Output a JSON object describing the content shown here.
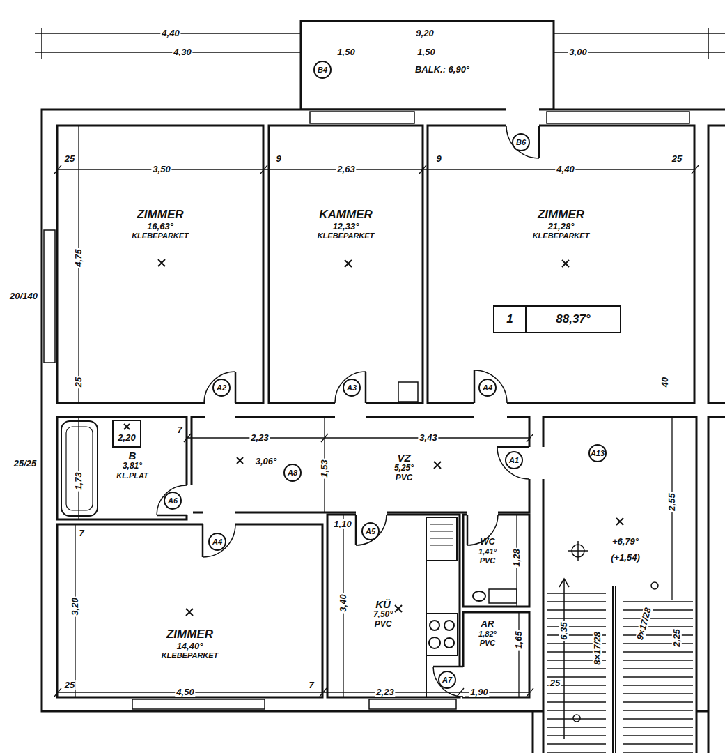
{
  "diagram": {
    "nodes": [
      {
        "text": [
          "ZIMMER",
          "16,63°",
          "KLEBEPARKET"
        ]
      },
      {
        "text": [
          "KAMMER",
          "12,33°",
          "KLEBEPARKET"
        ]
      },
      {
        "text": [
          "ZIMMER",
          "21,28°",
          "KLEBEPARKET"
        ]
      },
      {
        "text": [
          "1",
          "88,37°"
        ],
        "in": 2
      },
      {
        "text": [
          "B",
          "3,81°",
          "KL.PLAT"
        ]
      },
      {
        "text": [
          "VZ",
          "5,25°",
          "PVC"
        ]
      },
      {
        "text": [
          "ZIMMER",
          "14,40°",
          "KLEBEPARKET"
        ]
      },
      {
        "text": [
          "KÜ",
          "7,50°",
          "PVC"
        ]
      },
      {
        "text": [
          "WC",
          "1,41°",
          "PVC"
        ]
      },
      {
        "text": [
          "AR",
          "1,82°",
          "PVC"
        ]
      }
    ],
    "labels": [
      "4,40",
      "4,30",
      "9,20",
      "1,50",
      "1,50",
      "BALK.: 6,90°",
      "3,00",
      "B4",
      "B6",
      "3,50",
      "2,63",
      "4,40",
      "25",
      "9",
      "9",
      "25",
      "4,75",
      "20/140",
      "25",
      "40",
      "A2",
      "A3",
      "A4",
      "2,23",
      "3,43",
      "1,53",
      "3,06°",
      "A8",
      "A1",
      "A6",
      "2,20",
      "1,73",
      "25/25",
      "1,10",
      "A5",
      "A4",
      "1,28",
      "3,20",
      "3,40",
      "A7",
      "4,50",
      "2,23",
      "1,90",
      "1,65",
      "2,55",
      "A13",
      "+6,79°",
      "(+1,54)",
      "6,35",
      "8×17/28",
      "9×17/28",
      "2,25",
      "7",
      "7",
      "25",
      "7",
      "25"
    ]
  }
}
